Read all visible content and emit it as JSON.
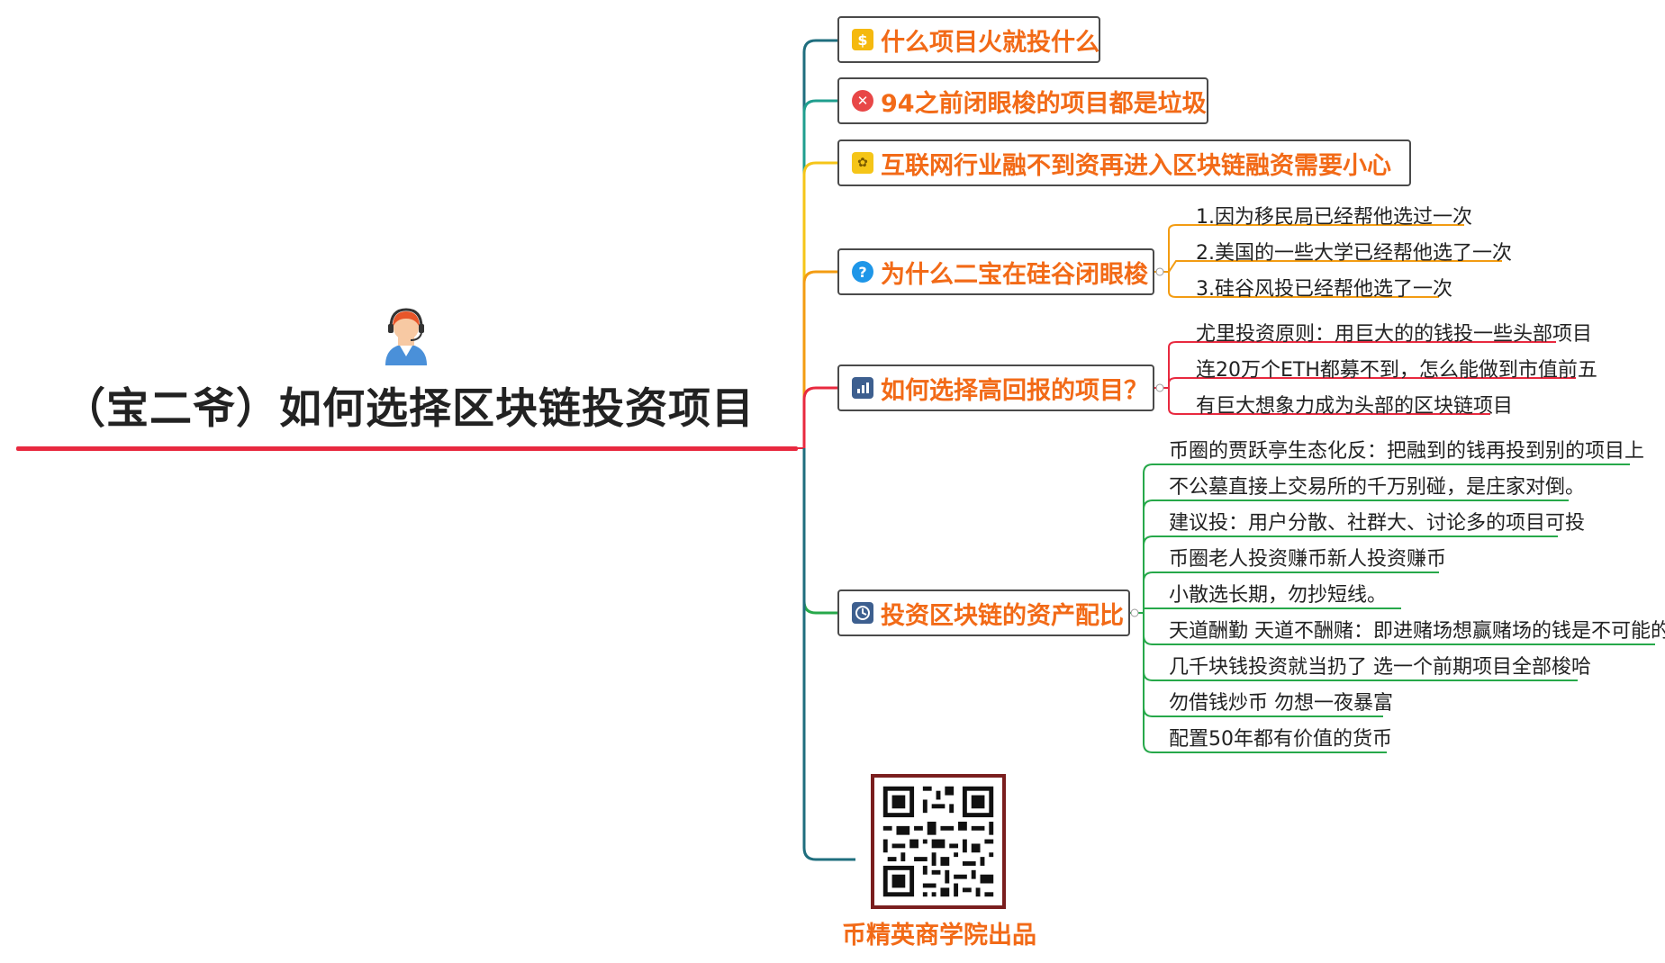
{
  "root": {
    "title": "（宝二爷）如何选择区块链投资项目"
  },
  "topics": [
    {
      "label": "什么项目火就投什么",
      "icon": "dollar-icon"
    },
    {
      "label": "94之前闭眼梭的项目都是垃圾",
      "icon": "x-icon"
    },
    {
      "label": "互联网行业融不到资再进入区块链融资需要小心",
      "icon": "medal-icon"
    },
    {
      "label": "为什么二宝在硅谷闭眼梭",
      "icon": "question-icon",
      "children": [
        "1.因为移民局已经帮他选过一次",
        "2.美国的一些大学已经帮他选了一次",
        "3.硅谷风投已经帮他选了一次"
      ]
    },
    {
      "label": "如何选择高回报的项目？",
      "icon": "chart-icon",
      "children": [
        "尤里投资原则：用巨大的的钱投一些头部项目",
        "连20万个ETH都募不到，怎么能做到市值前五",
        "有巨大想象力成为头部的区块链项目"
      ]
    },
    {
      "label": "投资区块链的资产配比",
      "icon": "clock-icon",
      "children": [
        "币圈的贾跃亭生态化反：把融到的钱再投到别的项目上",
        "不公墓直接上交易所的千万别碰，是庄家对倒。",
        "建议投：用户分散、社群大、讨论多的项目可投",
        "币圈老人投资赚币新人投资赚币",
        "小散选长期，勿抄短线。",
        "天道酬勤 天道不酬赌：即进赌场想赢赌场的钱是不可能的",
        "几千块钱投资就当扔了  选一个前期项目全部梭哈",
        "勿借钱炒币  勿想一夜暴富",
        "配置50年都有价值的货币"
      ]
    }
  ],
  "footer": {
    "caption": "币精英商学院出品",
    "qr_icon": "qr-code-icon"
  },
  "colors": {
    "root_line": "#e8293f",
    "topic_text": "#f26a17",
    "branch": [
      "#1f6e7e",
      "#1f9e8e",
      "#f5c518",
      "#f39c12",
      "#e8293f",
      "#27a84a",
      "#1f6e7e"
    ]
  }
}
